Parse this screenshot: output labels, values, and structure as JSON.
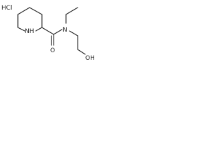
{
  "molecule": {
    "salt": "HCl",
    "atoms": {
      "amine_nh": "NH",
      "carbonyl_o": "O",
      "amide_n": "N",
      "hydroxyl": "OH"
    }
  },
  "colors": {
    "bond": "#222222",
    "label": "#222222",
    "background": "#ffffff"
  }
}
